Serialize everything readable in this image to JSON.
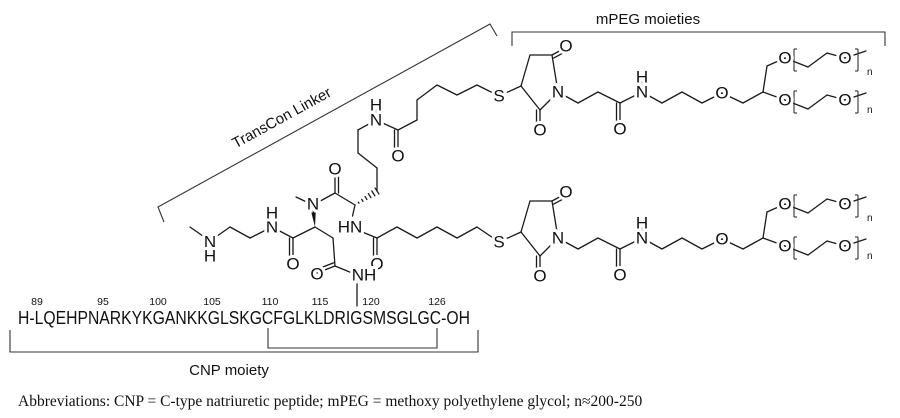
{
  "labels": {
    "mpeg": "mPEG moieties",
    "transcon": "TransCon Linker",
    "cnp": "CNP moiety"
  },
  "sequence": "H-LQEHPNARKYKGANKKGLSKGCFGLKLDRIGSMSGLGC-OH",
  "residue_numbers": [
    "89",
    "95",
    "100",
    "105",
    "110",
    "115",
    "120",
    "126"
  ],
  "atoms": {
    "oxygen": "O",
    "nitrogen": "N",
    "hydrogen": "H",
    "sulfur": "S",
    "nh": "NH",
    "hn": "HN",
    "repeat": "n"
  },
  "abbreviations": "Abbreviations: CNP = C-type natriuretic peptide; mPEG = methoxy polyethylene glycol; n≈200-250"
}
